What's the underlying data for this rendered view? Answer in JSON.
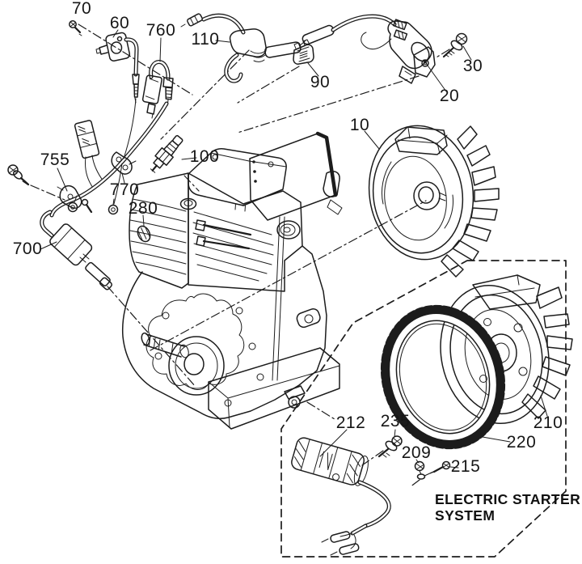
{
  "page": {
    "background": "#ffffff",
    "line_color": "#1c1c1c"
  },
  "callouts": {
    "c70": "70",
    "c60": "60",
    "c760": "760",
    "c110": "110",
    "c90": "90",
    "c30": "30",
    "c20": "20",
    "c10": "10",
    "c100": "100",
    "c755": "755",
    "c770": "770",
    "c280": "280",
    "c700": "700",
    "c212": "212",
    "c235": "235",
    "c209": "209",
    "c215": "215",
    "c210": "210",
    "c220": "220"
  },
  "annotations": {
    "starter_system_line1": "ELECTRIC STARTER",
    "starter_system_line2": "SYSTEM"
  }
}
